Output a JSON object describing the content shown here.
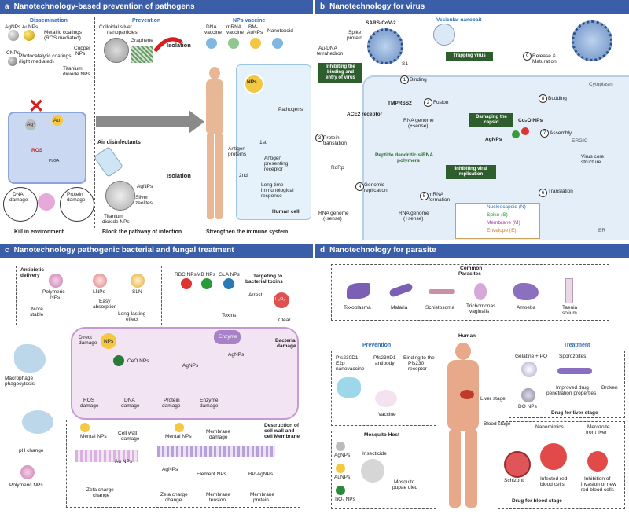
{
  "panel_a": {
    "letter": "a",
    "title": "Nanotechnology-based prevention of pathogens",
    "dissemination": "Dissemination",
    "prevention": "Prevention",
    "nps_vaccine": "NPs vaccine",
    "agnps": "AgNPs",
    "aunps": "AuNPs",
    "metallic_coatings": "Metallic coatings",
    "ros_mediated": "(ROS mediated)",
    "copper_nps": "Copper",
    "copper_nps2": "NPs",
    "cnps": "CNPs",
    "photocatalytic": "Photocatalytic coatings",
    "light_mediated": "(light mediated)",
    "titanium": "Titanium",
    "dioxide": "dioxide NPs",
    "colloidal": "Colloidal silver",
    "nanoparticles": "nanoparticles",
    "graphene": "Graphene",
    "isolation1": "Isolation",
    "isolation2": "Isolation",
    "air_disinfectants": "Air disinfectants",
    "agnps2": "AgNPs",
    "silver": "Silver",
    "zeolites": "zeolites",
    "titanium2": "Titanium",
    "dioxide2": "dioxide NPs",
    "dna_vaccine": "DNA",
    "dna_vaccine2": "vaccine",
    "mrna_vaccine": "mRNA",
    "mrna_vaccine2": "vaccine",
    "bm_aunps": "BM-",
    "bm_aunps2": "AuNPs",
    "nanotoxoid": "Nanotoxoid",
    "nps": "NPs",
    "pathogens": "Pathogens",
    "first": "1st",
    "second": "2nd",
    "antigen_proteins": "Antigen",
    "antigen_proteins2": "proteins",
    "antigen_presenting": "Antigen",
    "antigen_presenting2": "presenting",
    "antigen_presenting3": "receptor",
    "long_time": "Long time",
    "long_time2": "immunological",
    "long_time3": "response",
    "human_cell": "Human cell",
    "ag_plus": "Ag⁺",
    "au_plus": "Au⁺",
    "ros": "ROS",
    "plga": "PLGA",
    "dna_damage": "DNA",
    "dna_damage2": "damage",
    "protein_damage": "Protein",
    "protein_damage2": "damage",
    "kill": "Kill in environment",
    "block": "Block the pathway of infection",
    "strengthen": "Strengthen the immune system"
  },
  "panel_b": {
    "letter": "b",
    "title": "Nanotechnology for virus",
    "sars": "SARS-CoV-2",
    "spike_protein": "Spike",
    "spike_protein2": "protein",
    "vesicular": "Vesicular nanobait",
    "trapping": "Trapping virus",
    "au_dna": "Au-DNA",
    "au_dna2": "tetrahedron",
    "s1": "S1",
    "inhibiting_binding": "Inhibiting the binding and entry of virus",
    "binding": "Binding",
    "fusion": "Fusion",
    "tmprss2": "TMPRSS2",
    "ace2": "ACE2 receptor",
    "rna_genome_pos": "RNA genome",
    "rna_genome_pos2": "(+sense)",
    "protein_translation": "Protein",
    "protein_translation2": "translation",
    "rdrp": "RdRp",
    "peptide": "Peptide dendritic siRNA",
    "peptide2": "polymers",
    "inhibiting_viral": "Inhibiting viral replication",
    "genomic": "Genomic",
    "genomic2": "replication",
    "rna_genome_neg": "RNA genome",
    "rna_genome_neg2": "(-sense)",
    "rna_genome_pos3": "RNA genome",
    "rna_genome_pos4": "(+sense)",
    "mrna_formation": "mRNA",
    "mrna_formation2": "formation",
    "damaging": "Damaging the capsid",
    "cu2o": "Cu₂O NPs",
    "agnps": "AgNPs",
    "release": "Release &",
    "release2": "Maturation",
    "budding": "Budding",
    "cytoplasm": "Cytoplasm",
    "assembly": "Assembly",
    "ergic": "ERGIC",
    "virus_core": "Virus core",
    "virus_core2": "structure",
    "translation": "Translation",
    "nucleocapsid": "Nucleocapsid (N)",
    "spike_s": "Spike (S)",
    "membrane_m": "Membrane (M)",
    "envelope_e": "Envelope (E)",
    "er": "ER",
    "n1": "1",
    "n2": "2",
    "n3": "3",
    "n4": "4",
    "n5": "5",
    "n6": "6",
    "n7": "7",
    "n8": "8",
    "n9": "9"
  },
  "panel_c": {
    "letter": "c",
    "title": "Nanotechnology pathogenic bacterial and fungal treatment",
    "antibiotic": "Antibiotic",
    "antibiotic2": "delivery",
    "polymeric": "Polymeric",
    "polymeric2": "NPs",
    "lnps": "LNPs",
    "sln": "SLN",
    "more_stable": "More",
    "more_stable2": "stable",
    "easy": "Easy",
    "easy2": "absorption",
    "long_lasting": "Long-lasting",
    "long_lasting2": "effect",
    "rbc": "RBC NPs",
    "mb": "MB NPs",
    "gla": "GLA NPs",
    "targeting": "Targeting to",
    "targeting2": "bacterial toxins",
    "arrest": "Arrest",
    "h2o2": "H₂O₂",
    "toxins": "Toxins",
    "clear": "Clear",
    "bacteria_damage": "Bacteria",
    "bacteria_damage2": "damage",
    "direct": "Direct",
    "direct2": "damage",
    "nps": "NPs",
    "ceo": "CeO NPs",
    "agnps1": "AgNPs",
    "agnps2": "AgNPs",
    "enzyme": "Enzyme",
    "ros_damage": "ROS",
    "ros_damage2": "damage",
    "dna_damage": "DNA",
    "dna_damage2": "damage",
    "protein_damage": "Protein",
    "protein_damage2": "damage",
    "enzyme_damage": "Enzyme",
    "enzyme_damage2": "damage",
    "macrophage": "Macrophage",
    "macrophage2": "phagocytosis",
    "ph_change": "pH change",
    "polymeric_nps": "Polymeric NPs",
    "mental1": "Mental NPs",
    "cell_wall": "Cell wall",
    "cell_wall2": "damage",
    "au_nps": "Au NPs",
    "zeta1": "Zeta charge",
    "zeta1b": "change",
    "mental2": "Mental NPs",
    "membrane_damage": "Membrane",
    "membrane_damage2": "damage",
    "destruction": "Destruction of",
    "destruction2": "cell wall and",
    "destruction3": "cell Membrane",
    "agnps3": "AgNPs",
    "element": "Element NPs",
    "bp_agnps": "BP-AgNPs",
    "zeta2": "Zeta charge",
    "zeta2b": "change",
    "membrane_tension": "Membrane",
    "membrane_tension2": "tension",
    "membrane_protein": "Membrane",
    "membrane_protein2": "protein"
  },
  "panel_d": {
    "letter": "d",
    "title": "Nanotechnology for parasite",
    "common": "Common",
    "common2": "Parasites",
    "toxoplasma": "Toxoplasma",
    "malaria": "Malaria",
    "schistosoma": "Schistosoma",
    "trichomonas": "Trichomonas",
    "trichomonas2": "vaginalis",
    "amoeba": "Amoeba",
    "taenia": "Taenia",
    "taenia2": "solium",
    "human": "Human",
    "prevention": "Prevention",
    "treatment": "Treatment",
    "pfs_e2p": "Pfs230D1-",
    "pfs_e2p2": "E2p",
    "pfs_e2p3": "nanovaccine",
    "pfs_ab": "Pfs230D1",
    "pfs_ab2": "antibody",
    "binding": "Binding to the",
    "binding2": "Pfs230",
    "binding3": "receptor",
    "vaccine": "Vaccine",
    "gelatine": "Gelatine + PQ",
    "sporozoites": "Sporozoites",
    "dq": "DQ NPs",
    "improved": "Improved drug",
    "improved2": "penetration properties",
    "broken": "Broken",
    "liver_drug": "Drug for liver stage",
    "liver_stage": "Liver stage",
    "blood_stage": "Blood stage",
    "mosquito_host": "Mosquito Host",
    "agnps": "AgNPs",
    "insecticide": "Insecticide",
    "aunps": "AuNPs",
    "mosquito_died": "Mosquito",
    "mosquito_died2": "pupae died",
    "tio2": "TiO₂ NPs",
    "nanomimics": "Nanomimics",
    "merozoite": "Merozoite",
    "merozoite2": "from liver",
    "schizont": "Schizont",
    "infected": "Infected red",
    "infected2": "blood cells",
    "inhibition": "Inhibition of",
    "inhibition2": "invasion of new",
    "inhibition3": "red blood cells",
    "blood_drug": "Drug for blood stage"
  }
}
